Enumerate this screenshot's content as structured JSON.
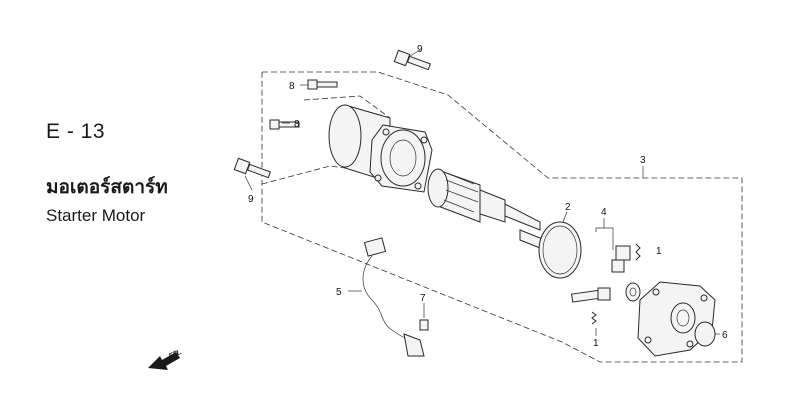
{
  "header": {
    "code": "E - 13",
    "title_thai": "มอเตอร์สตาร์ท",
    "title_en": "Starter Motor"
  },
  "callouts": {
    "c1a": "1",
    "c1b": "1",
    "c2": "2",
    "c3": "3",
    "c4": "4",
    "c5": "5",
    "c6": "6",
    "c7": "7",
    "c8a": "8",
    "c8b": "8",
    "c9a": "9",
    "c9b": "9"
  },
  "direction": {
    "label": "FR."
  }
}
